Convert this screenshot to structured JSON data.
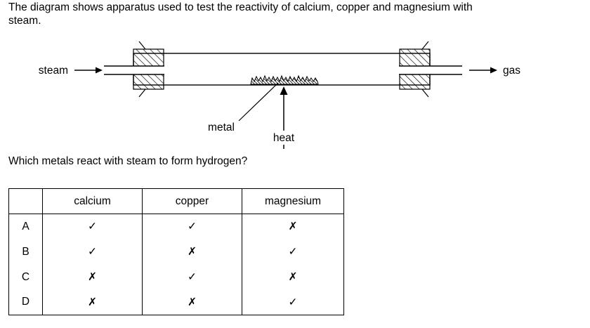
{
  "intro": {
    "line1": "The diagram shows apparatus used to test the reactivity of calcium, copper and magnesium with",
    "line2": "steam."
  },
  "question": "Which metals react with steam to form hydrogen?",
  "diagram": {
    "steam_label": "steam",
    "gas_label": "gas",
    "metal_label": "metal",
    "heat_label": "heat"
  },
  "table": {
    "headers": [
      "calcium",
      "copper",
      "magnesium"
    ],
    "rows": [
      {
        "label": "A",
        "cells": [
          "✓",
          "✓",
          "✗"
        ]
      },
      {
        "label": "B",
        "cells": [
          "✓",
          "✗",
          "✓"
        ]
      },
      {
        "label": "C",
        "cells": [
          "✗",
          "✓",
          "✗"
        ]
      },
      {
        "label": "D",
        "cells": [
          "✗",
          "✗",
          "✓"
        ]
      }
    ]
  }
}
